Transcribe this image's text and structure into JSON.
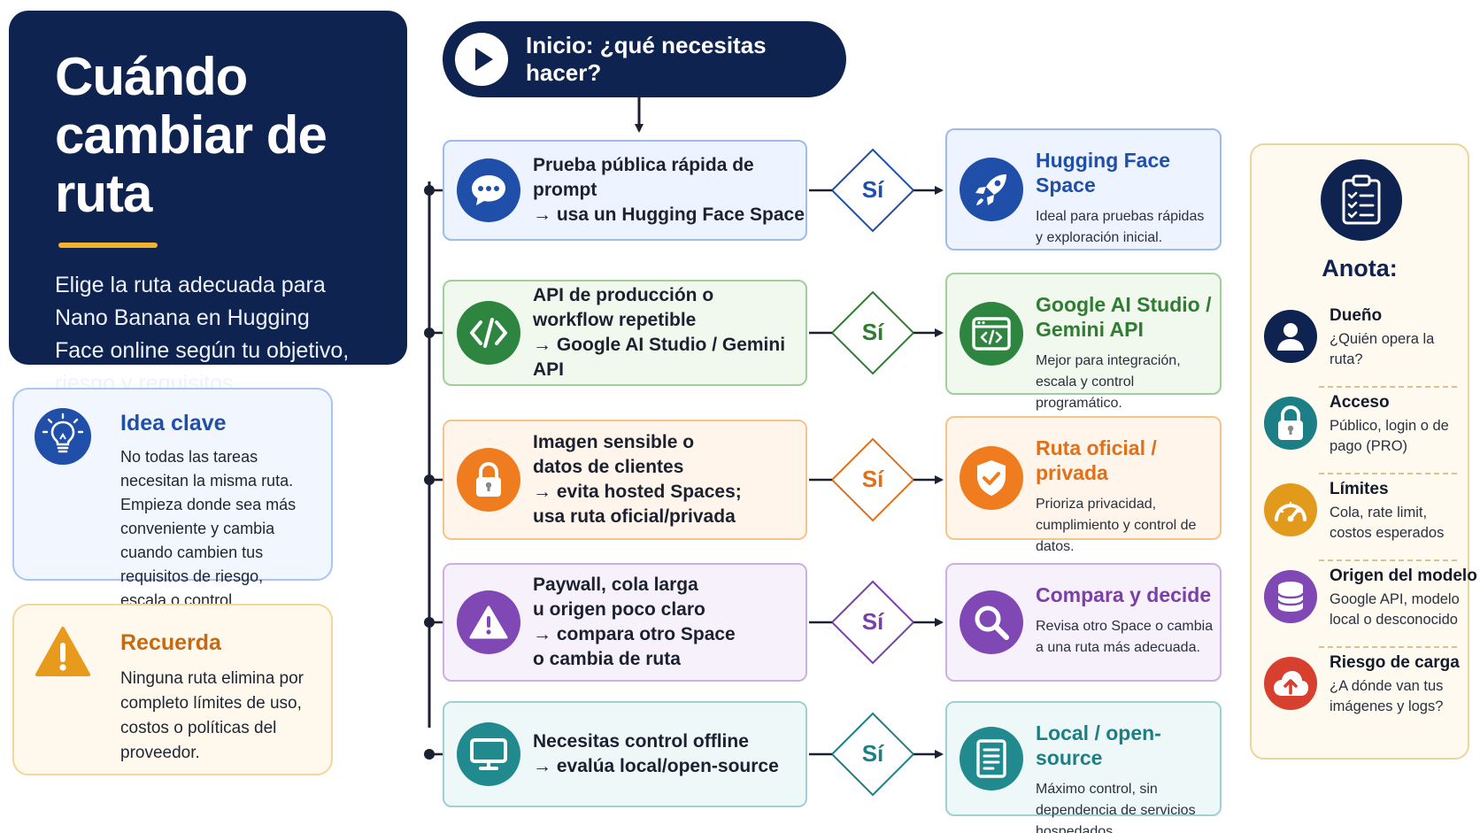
{
  "title_panel": {
    "title_line1": "Cuándo",
    "title_line2": "cambiar de ruta",
    "subtitle": "Elige la ruta adecuada para Nano Banana en Hugging Face online según tu objetivo, riesgo y requisitos."
  },
  "key_idea": {
    "title": "Idea clave",
    "body": "No todas las tareas necesitan la misma ruta. Empieza donde sea más conveniente y cambia cuando cambien tus requisitos de riesgo, escala o control.",
    "icon": "lightbulb-icon"
  },
  "remember": {
    "title": "Recuerda",
    "body": "Ninguna ruta elimina por completo límites de uso, costos o políticas del proveedor.",
    "icon": "warning-icon"
  },
  "start": {
    "label": "Inicio: ¿qué necesitas hacer?"
  },
  "rows": [
    {
      "condition": [
        "Prueba pública rápida de prompt",
        "→ usa un Hugging Face Space"
      ],
      "decision": "Sí",
      "result_title": [
        "Hugging Face Space"
      ],
      "result_desc": "Ideal para pruebas rápidas y exploración inicial.",
      "cond_icon": "chat-bubble-icon",
      "result_icon": "rocket-icon",
      "color": "#1f4fa8",
      "border": "#9fbce9",
      "bg": "#eef4ff",
      "fill": "#1f4fa8"
    },
    {
      "condition": [
        "API de producción o",
        "workflow repetible",
        "→ Google AI Studio / Gemini API"
      ],
      "decision": "Sí",
      "result_title": [
        "Google AI Studio /",
        "Gemini API"
      ],
      "result_desc": "Mejor para integración, escala y control programático.",
      "cond_icon": "code-icon",
      "result_icon": "browser-code-icon",
      "color": "#2e7d32",
      "border": "#9fcf9a",
      "bg": "#f1f8ee",
      "fill": "#2e8540"
    },
    {
      "condition": [
        "Imagen sensible o",
        "datos de clientes",
        "→ evita hosted Spaces;",
        "usa ruta oficial/privada"
      ],
      "decision": "Sí",
      "result_title": [
        "Ruta oficial / privada"
      ],
      "result_desc": "Prioriza privacidad, cumplimiento y control de datos.",
      "cond_icon": "lock-icon",
      "result_icon": "shield-check-icon",
      "color": "#e0701a",
      "border": "#f3c48c",
      "bg": "#fff5ea",
      "fill": "#ef7d1f"
    },
    {
      "condition": [
        "Paywall, cola larga",
        "u origen poco claro",
        "→ compara otro Space",
        "o cambia de ruta"
      ],
      "decision": "Sí",
      "result_title": [
        "Compara y decide"
      ],
      "result_desc": "Revisa otro Space o cambia a una ruta más adecuada.",
      "cond_icon": "alert-triangle-icon",
      "result_icon": "magnifier-icon",
      "color": "#7a3fa8",
      "border": "#cdb0e3",
      "bg": "#f7f1fc",
      "fill": "#7f48b4"
    },
    {
      "condition": [
        "Necesitas control offline",
        "→ evalúa local/open-source"
      ],
      "decision": "Sí",
      "result_title": [
        "Local / open-source"
      ],
      "result_desc": "Máximo control, sin dependencia de servicios hospedados.",
      "cond_icon": "monitor-icon",
      "result_icon": "document-list-icon",
      "color": "#1d7f86",
      "border": "#9fd1d4",
      "bg": "#eff8f8",
      "fill": "#208a8f"
    }
  ],
  "notes": {
    "title": "Anota:",
    "icon": "clipboard-checklist-icon",
    "items": [
      {
        "title": "Dueño",
        "desc": "¿Quién opera la ruta?",
        "icon": "user-icon",
        "color": "#0e2350"
      },
      {
        "title": "Acceso",
        "desc": "Público, login o de pago (PRO)",
        "icon": "lock-icon",
        "color": "#1d7f86"
      },
      {
        "title": "Límites",
        "desc": "Cola, rate limit, costos esperados",
        "icon": "gauge-icon",
        "color": "#e29a1c"
      },
      {
        "title": "Origen del modelo",
        "desc": "Google API, modelo local o desconocido",
        "icon": "database-icon",
        "color": "#7f48b4"
      },
      {
        "title": "Riesgo de carga",
        "desc": "¿A dónde van tus imágenes y logs?",
        "icon": "cloud-upload-icon",
        "color": "#d7402f"
      }
    ]
  }
}
